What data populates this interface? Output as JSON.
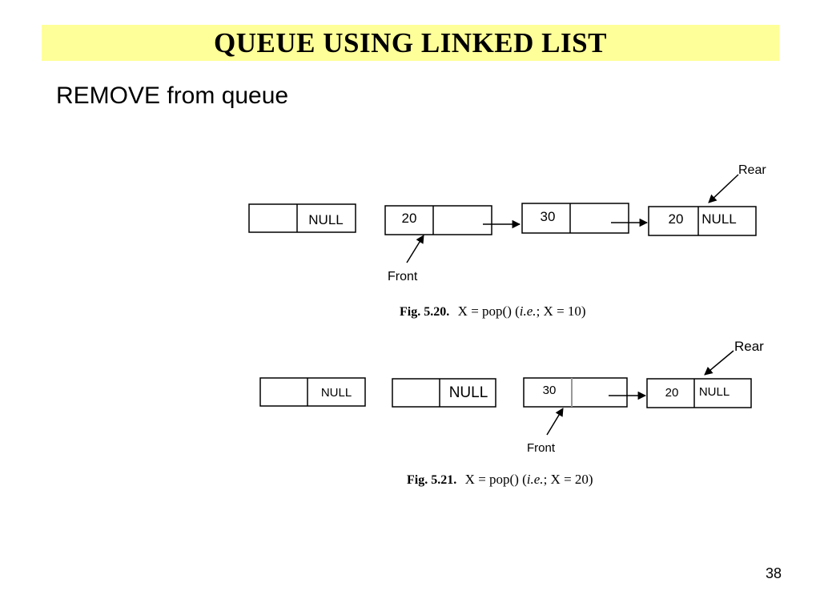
{
  "slide": {
    "title": "QUEUE USING LINKED LIST",
    "subtitle": "REMOVE from queue",
    "page_number": "38"
  },
  "colors": {
    "title_background": "#ffff99",
    "line": "#000000"
  },
  "fig1": {
    "nodes": [
      {
        "data": "",
        "next": "NULL"
      },
      {
        "data": "20",
        "next": ""
      },
      {
        "data": "30",
        "next": ""
      },
      {
        "data": "20",
        "next": "NULL"
      }
    ],
    "front_label": "Front",
    "rear_label": "Rear",
    "caption": {
      "fig_number": "Fig. 5.20.",
      "expr": "X = pop() (",
      "ie": "i.e.",
      "rest": "; X = 10)"
    }
  },
  "fig2": {
    "nodes": [
      {
        "data": "",
        "next": "NULL"
      },
      {
        "data": "",
        "next": "NULL"
      },
      {
        "data": "30",
        "next": ""
      },
      {
        "data": "20",
        "next": "NULL"
      }
    ],
    "front_label": "Front",
    "rear_label": "Rear",
    "caption": {
      "fig_number": "Fig. 5.21.",
      "expr": "X = pop() (",
      "ie": "i.e.",
      "rest": "; X = 20)"
    }
  }
}
